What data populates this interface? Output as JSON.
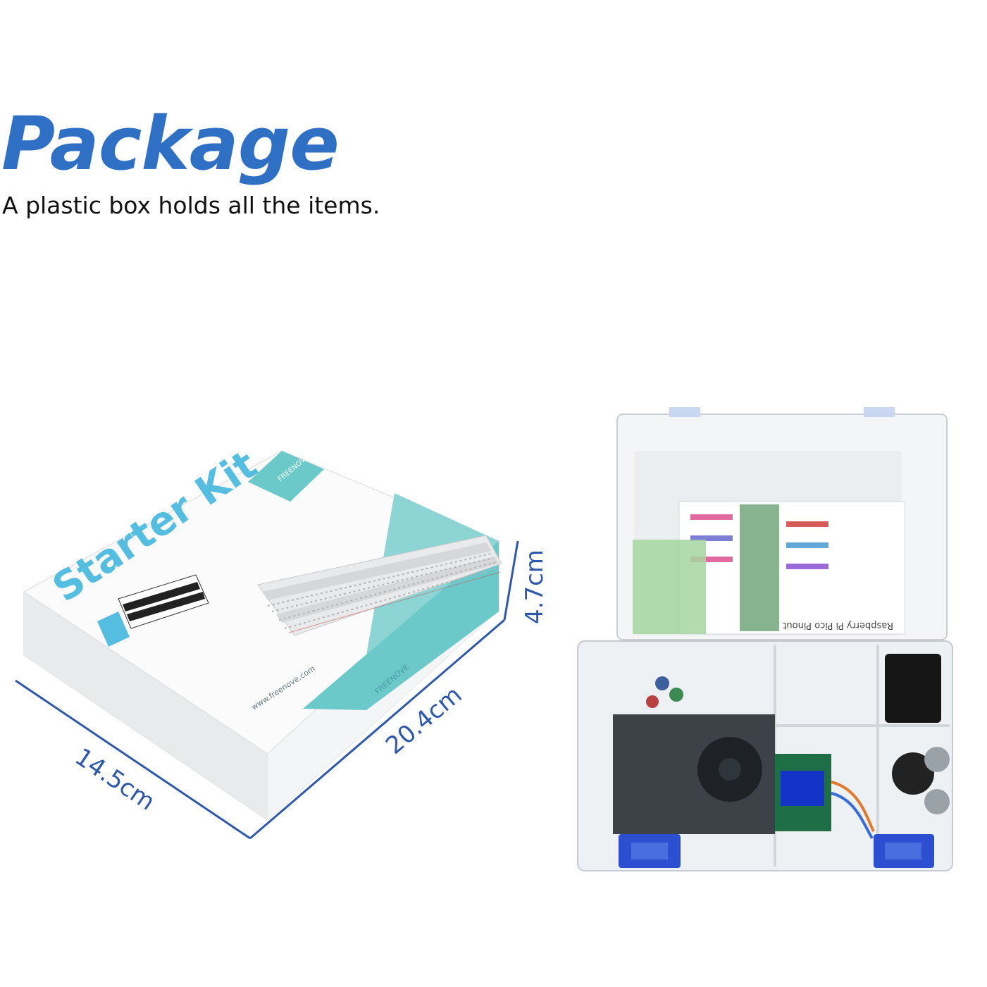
{
  "header": {
    "title": "Package",
    "subtitle": "A plastic box holds all the items."
  },
  "product_box": {
    "brand": "FREENOVE",
    "name": "Starter Kit",
    "website": "www.freenove.com",
    "accent_color": "#6cc9c9"
  },
  "dimensions": {
    "width": "14.5cm",
    "length": "20.4cm",
    "height": "4.7cm",
    "line_color": "#2f58a8"
  },
  "storage_case": {
    "pinout_label": "Raspberry Pi Pico Pinout",
    "latch_color": "#2b4fd0"
  },
  "colors": {
    "title": "#2f6fc4",
    "subtitle": "#111111"
  }
}
